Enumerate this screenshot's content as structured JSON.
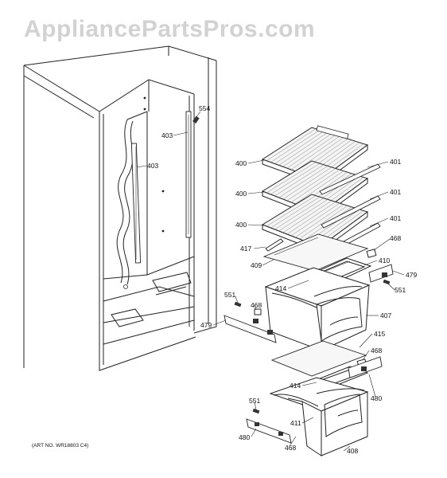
{
  "watermark": "AppliancePartsPros.com",
  "art_number": "(ART NO. WR18803 C4)",
  "labels": {
    "p554": "554",
    "p403a": "403",
    "p403b": "403",
    "p400a": "400",
    "p400b": "400",
    "p400c": "400",
    "p401a": "401",
    "p401b": "401",
    "p401c": "401",
    "p468a": "468",
    "p417": "417",
    "p409": "409",
    "p410": "410",
    "p479a": "479",
    "p414a": "414",
    "p551a": "551",
    "p551b": "551",
    "p468b": "468",
    "p407": "407",
    "p479b": "479",
    "p415": "415",
    "p468c": "468",
    "p414b": "414",
    "p480a": "480",
    "p411": "411",
    "p551c": "551",
    "p480b": "480",
    "p468d": "468",
    "p408": "408"
  }
}
